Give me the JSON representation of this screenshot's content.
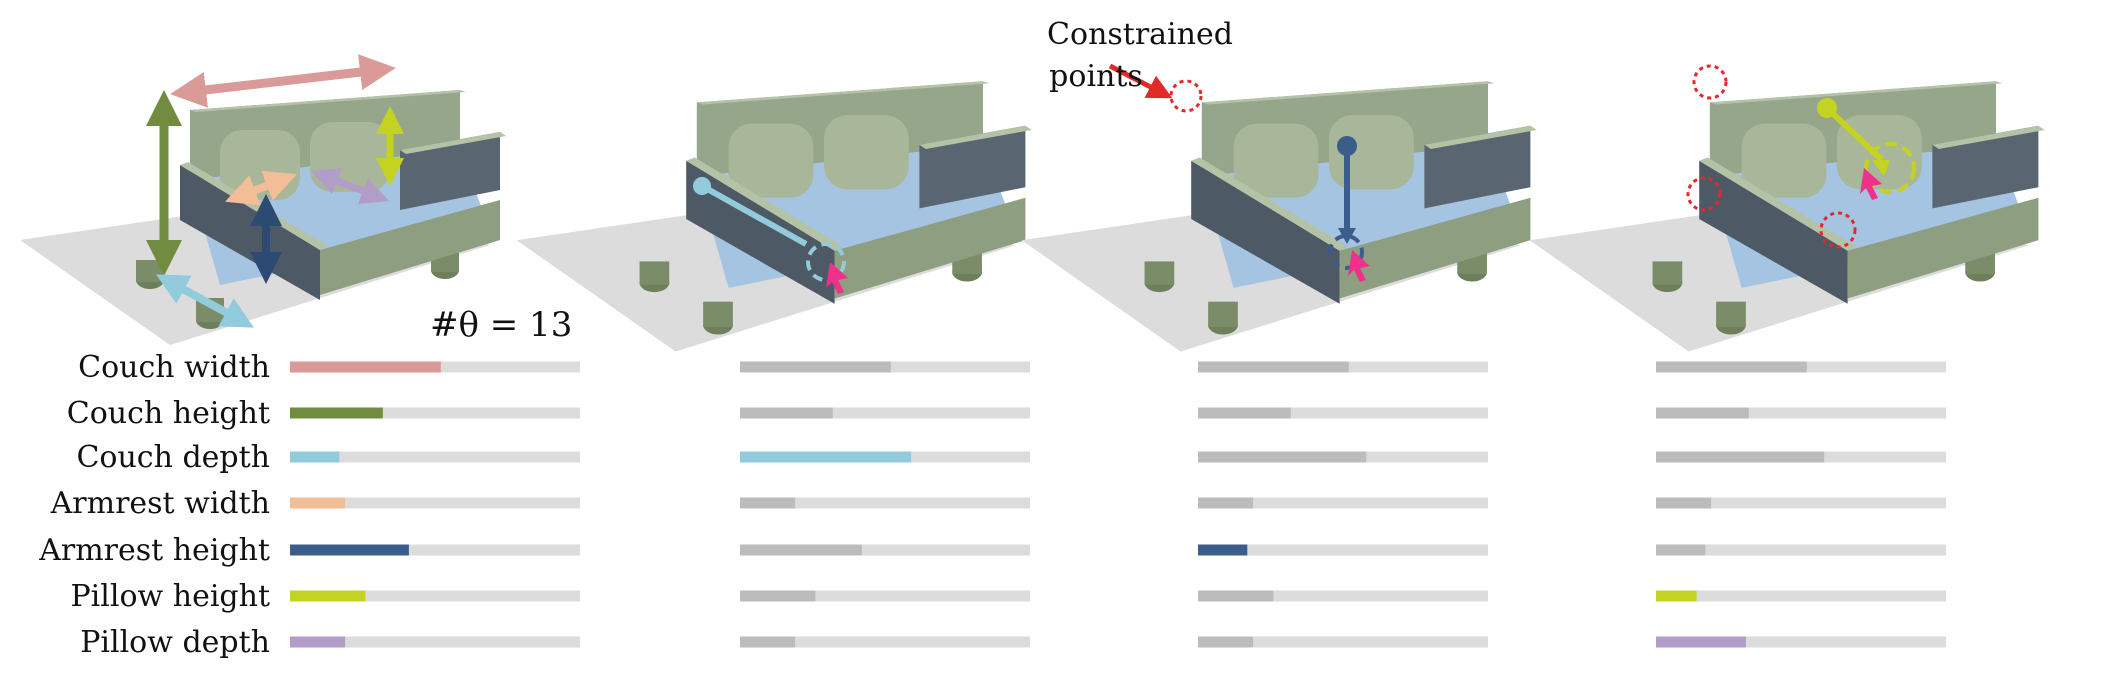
{
  "parameter_count_label": "#θ = 13",
  "callout": {
    "line1": "Constrained",
    "line2": "points"
  },
  "colors": {
    "couch_width": "#d99a98",
    "couch_height": "#718c40",
    "couch_depth": "#92cbdc",
    "armrest_width": "#f3be97",
    "armrest_height": "#3a5d8c",
    "pillow_height": "#c4d221",
    "pillow_depth": "#b29cc8",
    "inactive": "#bcbcbc",
    "track": "#dcdcdc",
    "constraint": "#e02a2a",
    "cursor": "#f0308a"
  },
  "parameters": [
    {
      "label": "Couch width",
      "key": "couch_width"
    },
    {
      "label": "Couch height",
      "key": "couch_height"
    },
    {
      "label": "Couch depth",
      "key": "couch_depth"
    },
    {
      "label": "Armrest width",
      "key": "armrest_width"
    },
    {
      "label": "Armrest height",
      "key": "armrest_height"
    },
    {
      "label": "Pillow height",
      "key": "pillow_height"
    },
    {
      "label": "Pillow depth",
      "key": "pillow_depth"
    }
  ],
  "panels": [
    {
      "values": [
        0.52,
        0.32,
        0.17,
        0.19,
        0.41,
        0.26,
        0.19
      ],
      "active": [
        true,
        true,
        true,
        true,
        true,
        true,
        true
      ]
    },
    {
      "values": [
        0.52,
        0.32,
        0.59,
        0.19,
        0.42,
        0.26,
        0.19
      ],
      "active": [
        false,
        false,
        true,
        false,
        false,
        false,
        false
      ]
    },
    {
      "values": [
        0.52,
        0.32,
        0.58,
        0.19,
        0.17,
        0.26,
        0.19
      ],
      "active": [
        false,
        false,
        false,
        false,
        true,
        false,
        false
      ]
    },
    {
      "values": [
        0.52,
        0.32,
        0.58,
        0.19,
        0.17,
        0.14,
        0.31
      ],
      "active": [
        false,
        false,
        false,
        false,
        false,
        true,
        true
      ]
    }
  ]
}
